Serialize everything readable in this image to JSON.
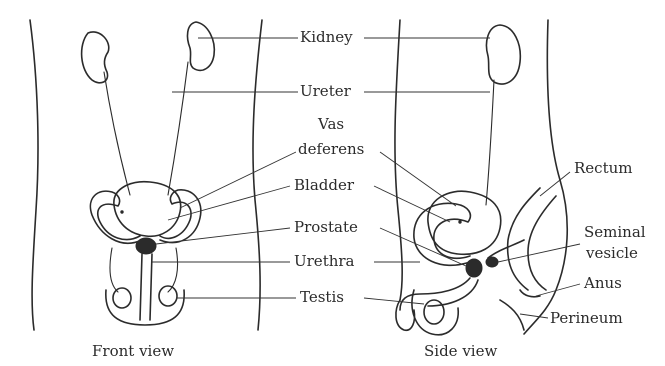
{
  "labels": {
    "kidney": "Kidney",
    "ureter": "Ureter",
    "vas_line1": "Vas",
    "vas_line2": "deferens",
    "bladder": "Bladder",
    "prostate": "Prostate",
    "urethra": "Urethra",
    "testis": "Testis",
    "rectum": "Rectum",
    "seminal_line1": "Seminal",
    "seminal_line2": "vesicle",
    "anus": "Anus",
    "perineum": "Perineum"
  },
  "captions": {
    "front": "Front view",
    "side": "Side view"
  }
}
